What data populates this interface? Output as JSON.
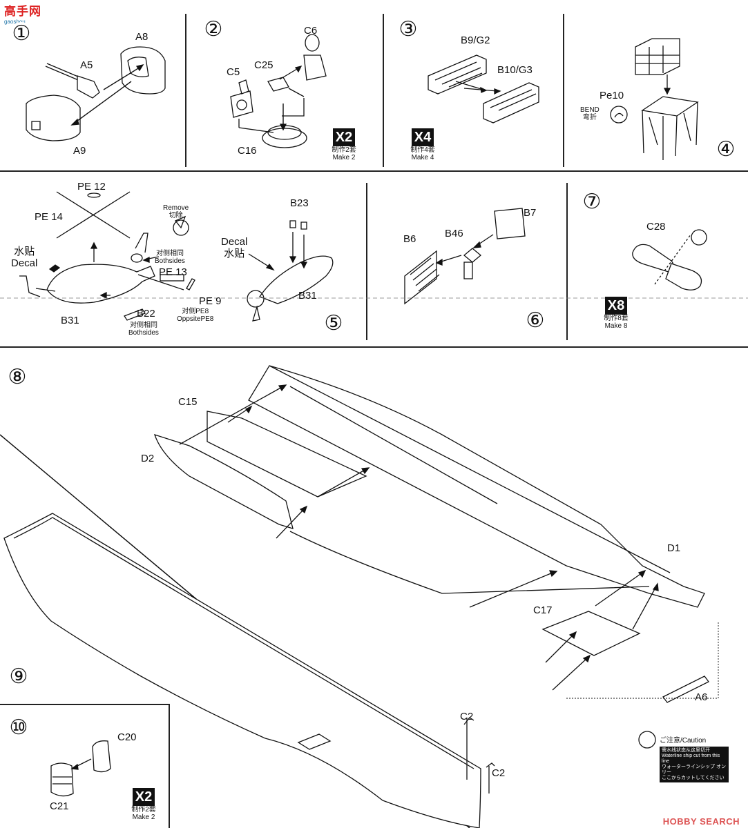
{
  "watermarks": {
    "top_left": "高手网",
    "top_left_sub": "gaoshou",
    "bottom_right": "HOBBY SEARCH"
  },
  "steps": {
    "s1": "①",
    "s2": "②",
    "s3": "③",
    "s4": "④",
    "s5": "⑤",
    "s6": "⑥",
    "s7": "⑦",
    "s8": "⑧",
    "s9": "⑨",
    "s10": "⑩"
  },
  "parts": {
    "a8": "A8",
    "a5": "A5",
    "a9": "A9",
    "c6": "C6",
    "c25": "C25",
    "c5": "C5",
    "c16": "C16",
    "b9g2": "B9/G2",
    "b10g3": "B10/G3",
    "pe10": "Pe10",
    "pe12": "PE 12",
    "pe14": "PE 14",
    "pe13": "PE 13",
    "pe9": "PE 9",
    "b22": "B22",
    "b31a": "B31",
    "b23": "B23",
    "b31b": "B31",
    "b7": "B7",
    "b46": "B46",
    "b6": "B6",
    "c28": "C28",
    "c15": "C15",
    "d2": "D2",
    "d1": "D1",
    "c17": "C17",
    "a6": "A6",
    "c2a": "C2",
    "c2b": "C2",
    "c20": "C20",
    "c21": "C21"
  },
  "notes": {
    "bend_en": "BEND",
    "bend_cn": "弯折",
    "remove_en": "Remove",
    "remove_cn": "切除",
    "decal_cn": "水贴",
    "decal_en": "Decal",
    "decal_en2": "Decal",
    "decal_cn2": "水贴",
    "bothsides_cn": "对侧相同",
    "bothsides_en": "Bothsides",
    "bothsides_cn2": "对侧相同",
    "bothsides_en2": "Bothsides",
    "opposite_cn": "对侧PE8",
    "opposite_en": "OppsitePE8",
    "caution_title": "ご注意/Caution",
    "caution_line1": "需水线状态从这里切开",
    "caution_line2": "Waterline ship cut from this line",
    "caution_line3": "ウォーターラインシップ オンリー",
    "caution_line4": "ここからカットしてください"
  },
  "multipliers": {
    "m2a": {
      "x": "X2",
      "cn": "制作2套",
      "en": "Make 2"
    },
    "m4": {
      "x": "X4",
      "cn": "制作4套",
      "en": "Make 4"
    },
    "m8": {
      "x": "X8",
      "cn": "制作8套",
      "en": "Make 8"
    },
    "m2b": {
      "x": "X2",
      "cn": "制作2套",
      "en": "Make 2"
    }
  }
}
